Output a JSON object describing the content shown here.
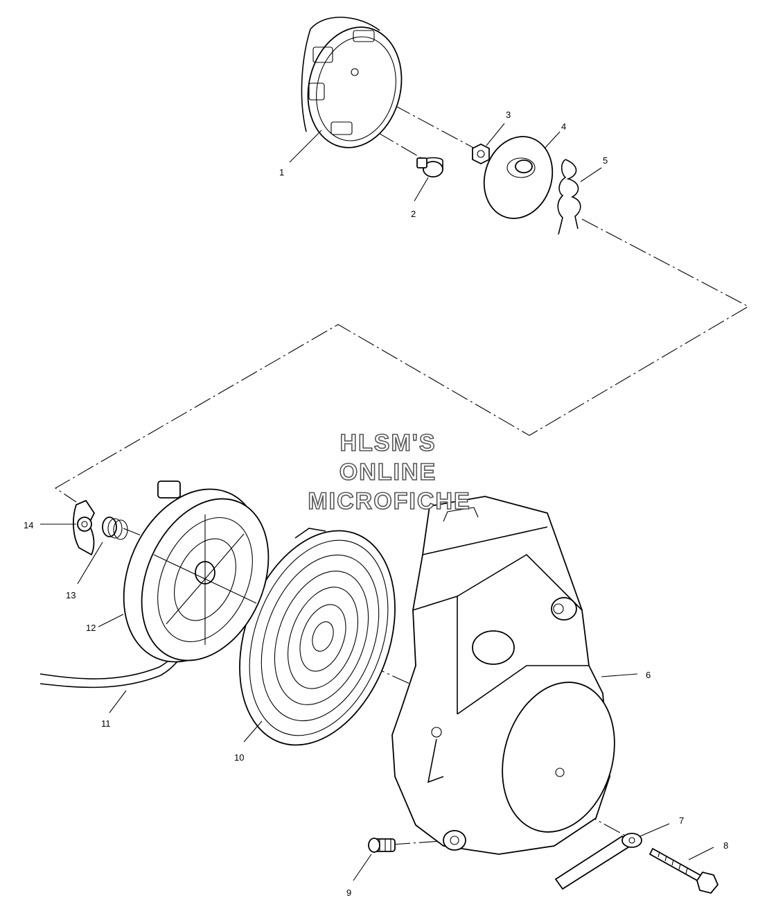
{
  "watermark": [
    "HLSM'S",
    "ONLINE",
    "MICROFICHE"
  ],
  "callouts": [
    "1",
    "2",
    "3",
    "4",
    "5",
    "6",
    "7",
    "8",
    "9",
    "10",
    "11",
    "12",
    "13",
    "14"
  ]
}
